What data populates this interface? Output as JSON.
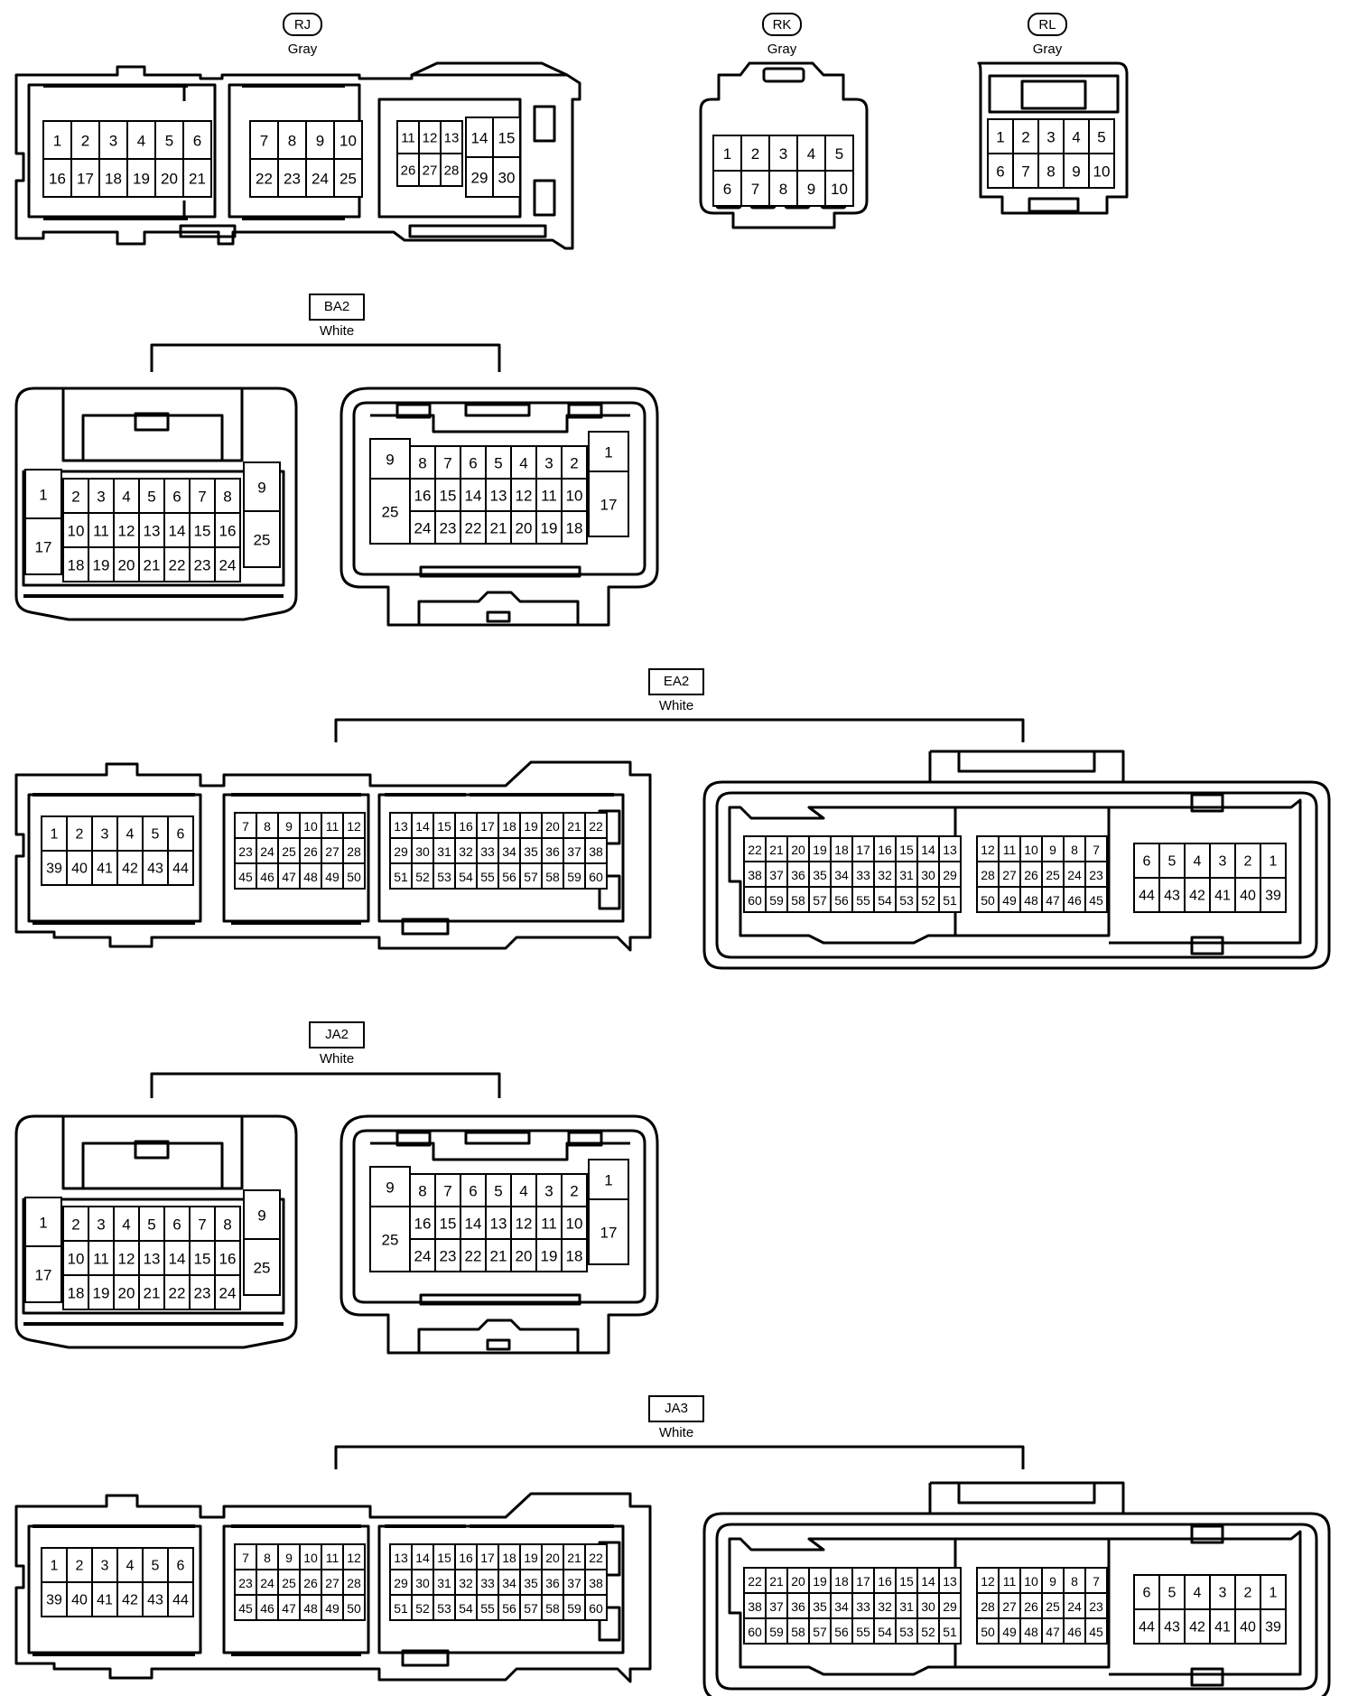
{
  "connectors": {
    "rj": {
      "code": "RJ",
      "color": "Gray"
    },
    "rk": {
      "code": "RK",
      "color": "Gray"
    },
    "rl": {
      "code": "RL",
      "color": "Gray"
    },
    "ba2": {
      "code": "BA2",
      "color": "White"
    },
    "ea2": {
      "code": "EA2",
      "color": "White"
    },
    "ja2": {
      "code": "JA2",
      "color": "White"
    },
    "ja3": {
      "code": "JA3",
      "color": "White"
    }
  },
  "pins": {
    "rj": [
      [
        "1",
        "2",
        "3",
        "4",
        "5",
        "6"
      ],
      [
        "16",
        "17",
        "18",
        "19",
        "20",
        "21"
      ],
      [
        "7",
        "8",
        "9",
        "10"
      ],
      [
        "22",
        "23",
        "24",
        "25"
      ],
      [
        "11",
        "12",
        "13"
      ],
      [
        "26",
        "27",
        "28"
      ],
      [
        "14",
        "15"
      ],
      [
        "29",
        "30"
      ]
    ],
    "rk": [
      [
        "1",
        "2",
        "3",
        "4",
        "5"
      ],
      [
        "6",
        "7",
        "8",
        "9",
        "10"
      ]
    ],
    "rl": [
      [
        "1",
        "2",
        "3",
        "4",
        "5"
      ],
      [
        "6",
        "7",
        "8",
        "9",
        "10"
      ]
    ],
    "eighteen_male": {
      "left": [
        "1",
        "17"
      ],
      "right": [
        "9",
        "25"
      ],
      "rows": [
        [
          "2",
          "3",
          "4",
          "5",
          "6",
          "7",
          "8"
        ],
        [
          "10",
          "11",
          "12",
          "13",
          "14",
          "15",
          "16"
        ],
        [
          "18",
          "19",
          "20",
          "21",
          "22",
          "23",
          "24"
        ]
      ]
    },
    "eighteen_female": {
      "left": [
        "9",
        "25"
      ],
      "right": [
        "1",
        "17"
      ],
      "rows": [
        [
          "8",
          "7",
          "6",
          "5",
          "4",
          "3",
          "2"
        ],
        [
          "16",
          "15",
          "14",
          "13",
          "12",
          "11",
          "10"
        ],
        [
          "24",
          "23",
          "22",
          "21",
          "20",
          "19",
          "18"
        ]
      ]
    },
    "sixty_male": {
      "a": [
        [
          "1",
          "2",
          "3",
          "4",
          "5",
          "6"
        ],
        [
          "39",
          "40",
          "41",
          "42",
          "43",
          "44"
        ]
      ],
      "b": [
        [
          "7",
          "8",
          "9",
          "10",
          "11",
          "12"
        ],
        [
          "23",
          "24",
          "25",
          "26",
          "27",
          "28"
        ],
        [
          "45",
          "46",
          "47",
          "48",
          "49",
          "50"
        ]
      ],
      "c": [
        [
          "13",
          "14",
          "15",
          "16",
          "17",
          "18",
          "19",
          "20",
          "21",
          "22"
        ],
        [
          "29",
          "30",
          "31",
          "32",
          "33",
          "34",
          "35",
          "36",
          "37",
          "38"
        ],
        [
          "51",
          "52",
          "53",
          "54",
          "55",
          "56",
          "57",
          "58",
          "59",
          "60"
        ]
      ]
    },
    "sixty_female": {
      "c": [
        [
          "22",
          "21",
          "20",
          "19",
          "18",
          "17",
          "16",
          "15",
          "14",
          "13"
        ],
        [
          "38",
          "37",
          "36",
          "35",
          "34",
          "33",
          "32",
          "31",
          "30",
          "29"
        ],
        [
          "60",
          "59",
          "58",
          "57",
          "56",
          "55",
          "54",
          "53",
          "52",
          "51"
        ]
      ],
      "b": [
        [
          "12",
          "11",
          "10",
          "9",
          "8",
          "7"
        ],
        [
          "28",
          "27",
          "26",
          "25",
          "24",
          "23"
        ],
        [
          "50",
          "49",
          "48",
          "47",
          "46",
          "45"
        ]
      ],
      "a": [
        [
          "6",
          "5",
          "4",
          "3",
          "2",
          "1"
        ],
        [
          "44",
          "43",
          "42",
          "41",
          "40",
          "39"
        ]
      ]
    }
  }
}
